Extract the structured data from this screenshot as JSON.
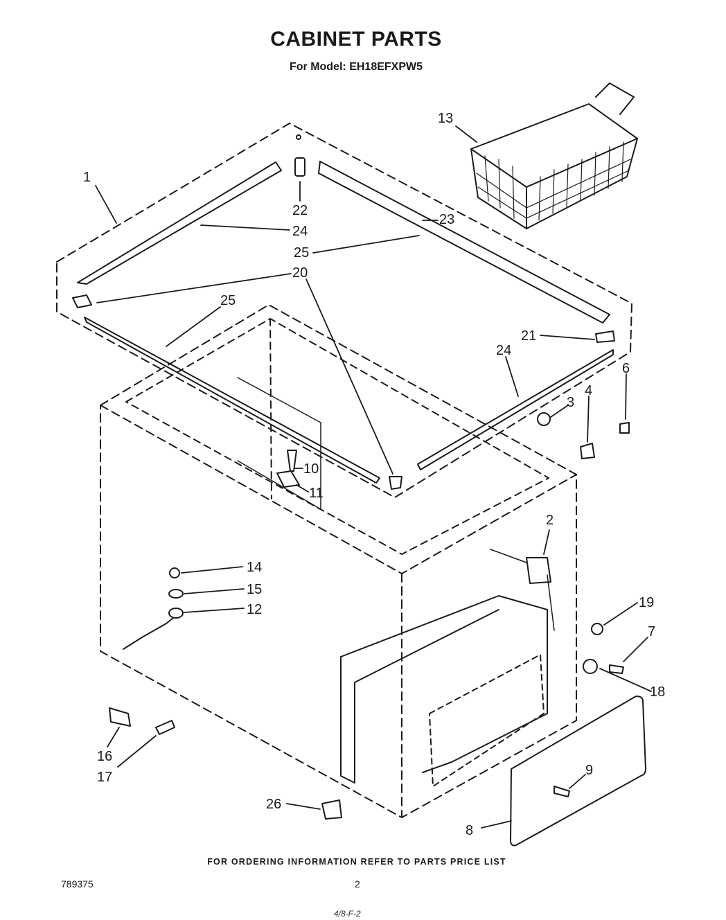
{
  "header": {
    "title": "CABINET PARTS",
    "subtitle": "For Model: EH18EFXPW5"
  },
  "callouts": [
    {
      "id": "callout-1",
      "text": "1"
    },
    {
      "id": "callout-2",
      "text": "2"
    },
    {
      "id": "callout-3",
      "text": "3"
    },
    {
      "id": "callout-4",
      "text": "4"
    },
    {
      "id": "callout-6",
      "text": "6"
    },
    {
      "id": "callout-7",
      "text": "7"
    },
    {
      "id": "callout-8",
      "text": "8"
    },
    {
      "id": "callout-9",
      "text": "9"
    },
    {
      "id": "callout-10",
      "text": "10"
    },
    {
      "id": "callout-11",
      "text": "11"
    },
    {
      "id": "callout-12",
      "text": "12"
    },
    {
      "id": "callout-13",
      "text": "13"
    },
    {
      "id": "callout-14",
      "text": "14"
    },
    {
      "id": "callout-15",
      "text": "15"
    },
    {
      "id": "callout-16",
      "text": "16"
    },
    {
      "id": "callout-17",
      "text": "17"
    },
    {
      "id": "callout-18",
      "text": "18"
    },
    {
      "id": "callout-19",
      "text": "19"
    },
    {
      "id": "callout-20",
      "text": "20"
    },
    {
      "id": "callout-21",
      "text": "21"
    },
    {
      "id": "callout-22",
      "text": "22"
    },
    {
      "id": "callout-23",
      "text": "23"
    },
    {
      "id": "callout-24-left",
      "text": "24"
    },
    {
      "id": "callout-24-right",
      "text": "24"
    },
    {
      "id": "callout-25-top",
      "text": "25"
    },
    {
      "id": "callout-25-left",
      "text": "25"
    },
    {
      "id": "callout-26",
      "text": "26"
    }
  ],
  "footer": {
    "note": "FOR ORDERING INFORMATION REFER TO PARTS PRICE LIST",
    "doc_number": "789375",
    "page_number": "2",
    "scribble": "4/8-F-2"
  }
}
